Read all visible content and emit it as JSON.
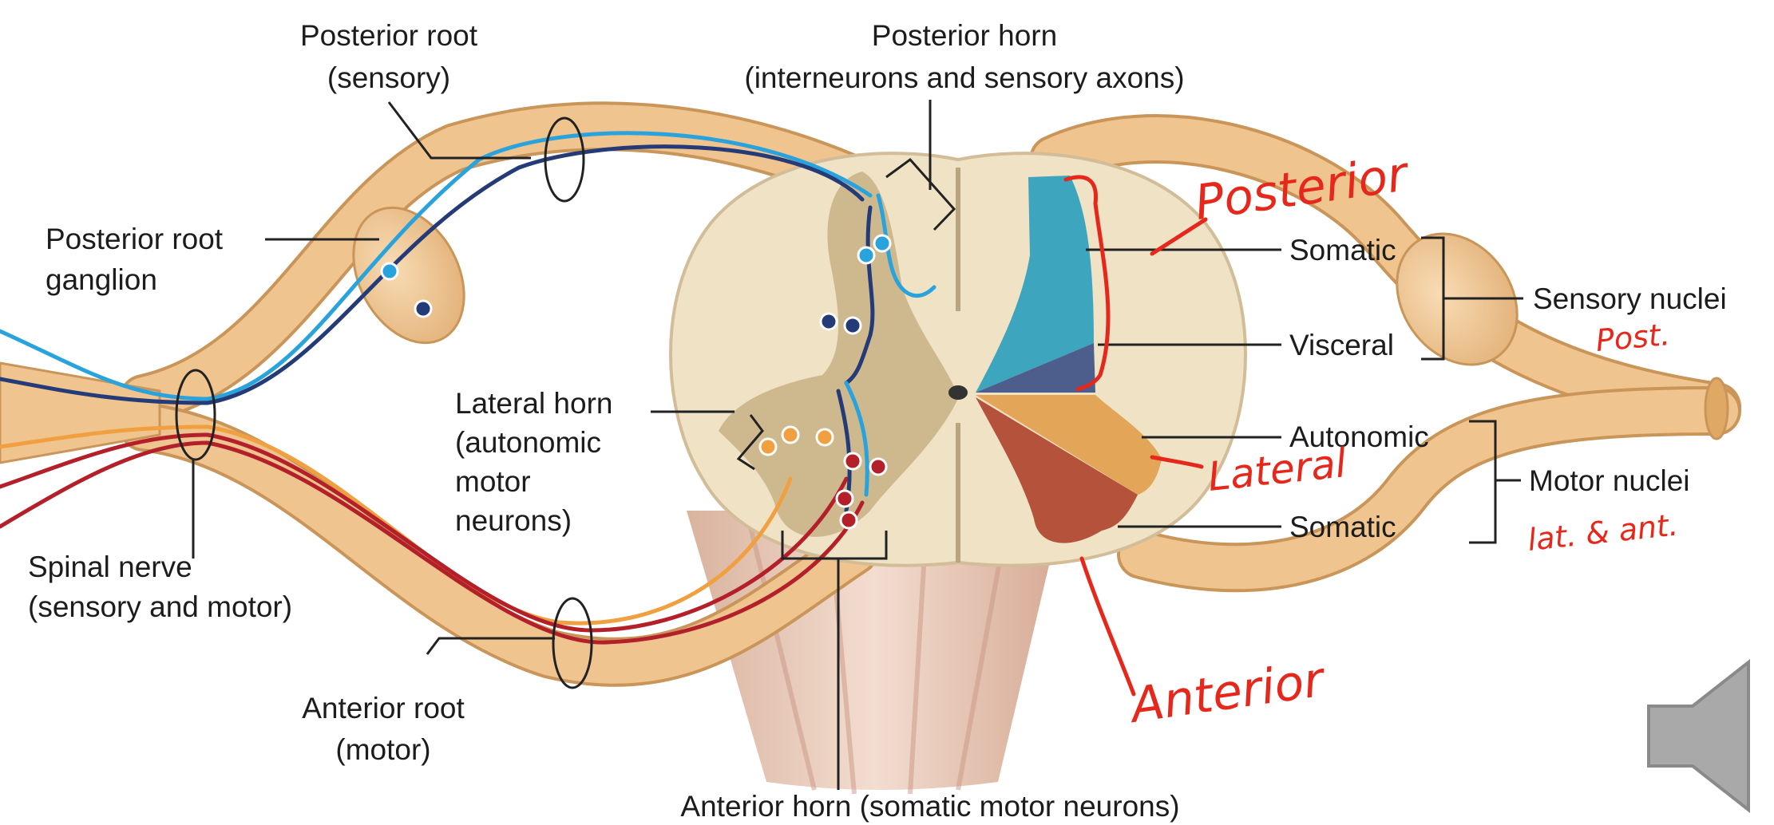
{
  "labels": {
    "posterior_root_title": "Posterior root",
    "posterior_root_sub": "(sensory)",
    "posterior_horn_title": "Posterior horn",
    "posterior_horn_sub": "(interneurons and sensory axons)",
    "ganglion_line1": "Posterior root",
    "ganglion_line2": "ganglion",
    "lateral_horn_line1": "Lateral horn",
    "lateral_horn_line2": "(autonomic",
    "lateral_horn_line3": "motor",
    "lateral_horn_line4": "neurons)",
    "spinal_nerve_line1": "Spinal nerve",
    "spinal_nerve_line2": "(sensory and motor)",
    "anterior_root_title": "Anterior root",
    "anterior_root_sub": "(motor)",
    "anterior_horn": "Anterior horn (somatic motor neurons)",
    "somatic_top": "Somatic",
    "visceral": "Visceral",
    "autonomic": "Autonomic",
    "somatic_bottom": "Somatic",
    "sensory_nuclei": "Sensory nuclei",
    "motor_nuclei": "Motor nuclei"
  },
  "handwriting": {
    "posterior": "Posterior",
    "lateral": "Lateral",
    "anterior": "Anterior",
    "post": "Post.",
    "lat_ant": "lat. & ant."
  },
  "colors": {
    "nerve": "#efc48f",
    "nerve_edge": "#c99559",
    "white_matter": "#efe2c5",
    "gray_matter": "#c8b185",
    "sensory_somatic": "#3ea5bf",
    "sensory_visceral": "#4e5e8c",
    "motor_autonomic": "#e3a558",
    "motor_somatic": "#b5523b",
    "fiber_light_blue": "#2aa3dc",
    "fiber_dark_blue": "#243b78",
    "fiber_orange": "#f0a040",
    "fiber_red": "#b3202a",
    "annotation": "#e5281b",
    "speaker": "#a9a9a9"
  },
  "icons": {
    "speaker": "speaker-icon"
  }
}
